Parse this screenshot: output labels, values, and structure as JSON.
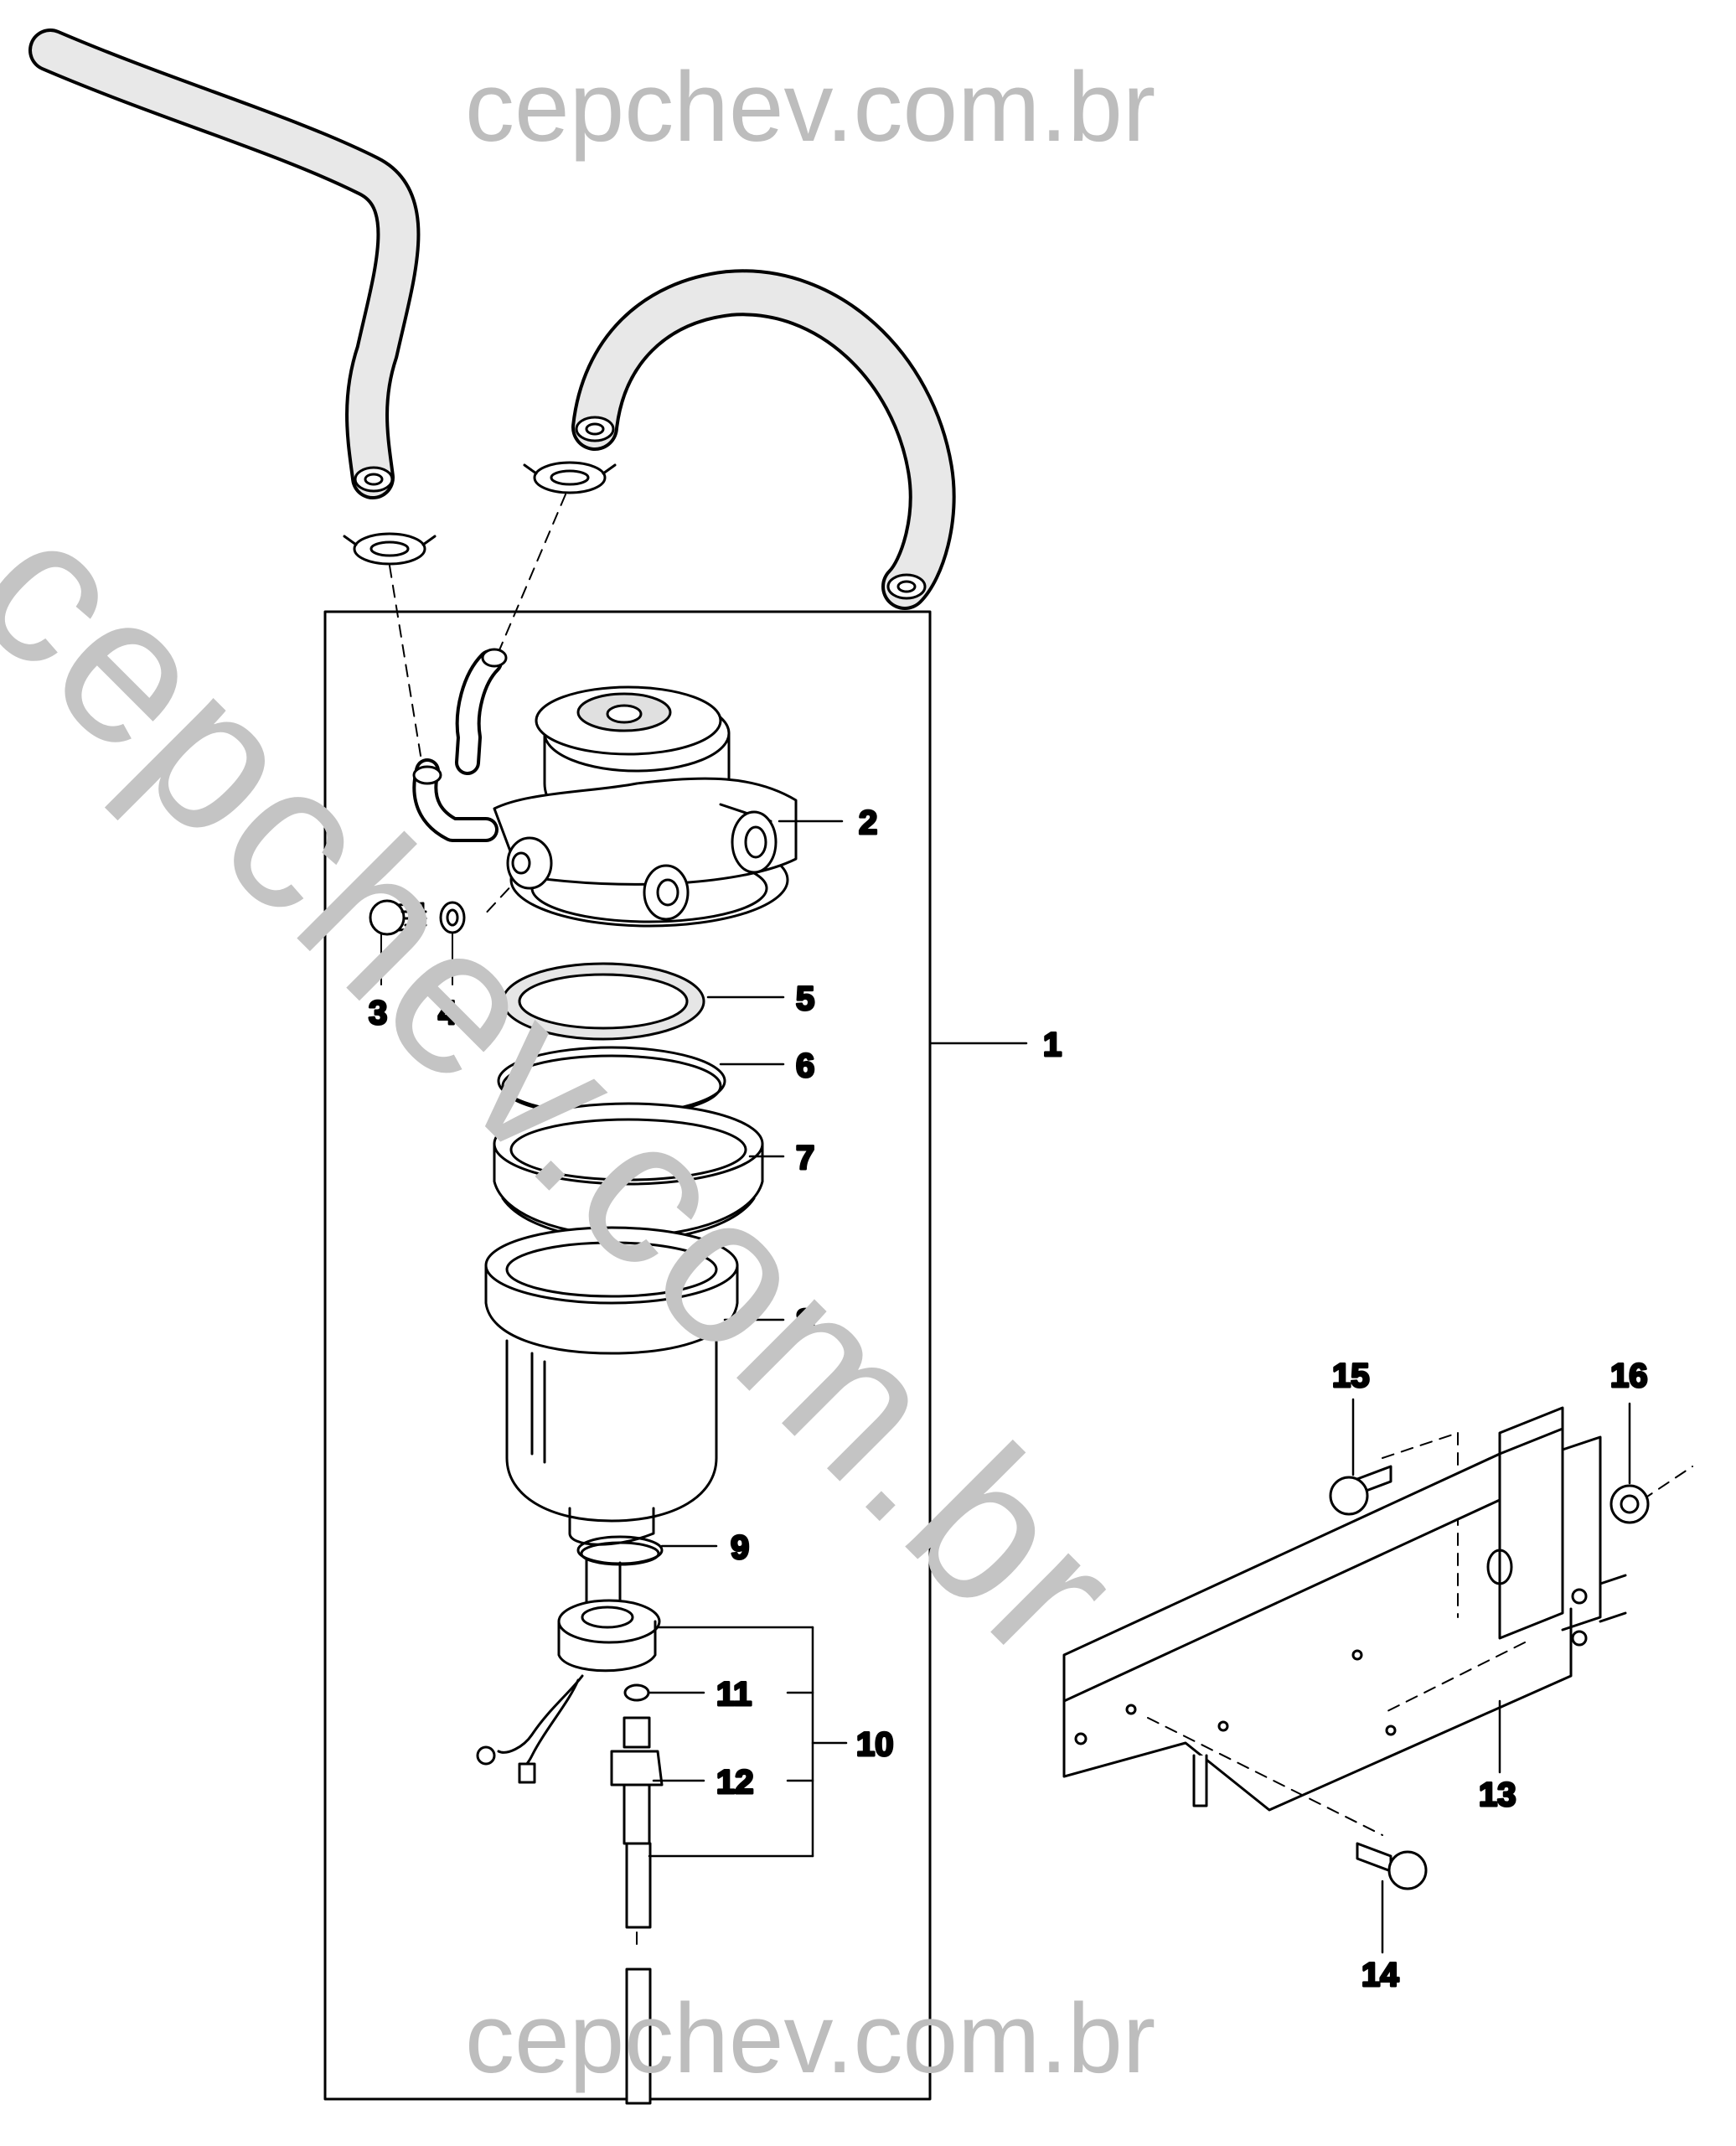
{
  "watermark": {
    "top": "cepchev.com.br",
    "bottom": "cepchev.com.br",
    "diagonal": "cepchev.com.br"
  },
  "callouts": {
    "c1": "1",
    "c2": "2",
    "c3": "3",
    "c4": "4",
    "c5": "5",
    "c6": "6",
    "c7": "7",
    "c8": "8",
    "c9": "9",
    "c10": "10",
    "c11": "11",
    "c12": "12",
    "c13": "13",
    "c14": "14",
    "c15": "15",
    "c16": "16"
  },
  "colors": {
    "line": "#000000",
    "watermark": "#bdbdbd",
    "background": "#ffffff"
  }
}
